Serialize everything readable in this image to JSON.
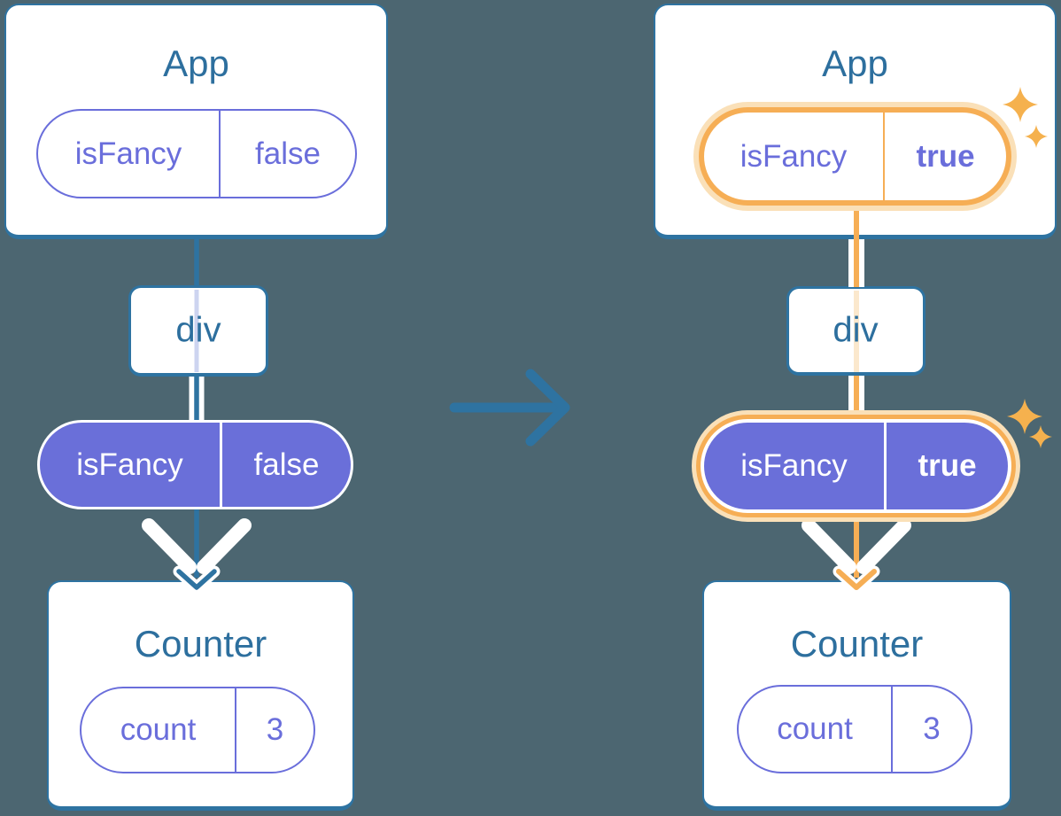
{
  "panels": {
    "left": {
      "app_title": "App",
      "app_prop": {
        "name": "isFancy",
        "value": "false"
      },
      "div_label": "div",
      "passed_prop": {
        "name": "isFancy",
        "value": "false"
      },
      "counter_title": "Counter",
      "counter_state": {
        "name": "count",
        "value": "3"
      }
    },
    "right": {
      "app_title": "App",
      "app_prop": {
        "name": "isFancy",
        "value": "true"
      },
      "div_label": "div",
      "passed_prop": {
        "name": "isFancy",
        "value": "true"
      },
      "counter_title": "Counter",
      "counter_state": {
        "name": "count",
        "value": "3"
      }
    }
  },
  "colors": {
    "background": "#4C6671",
    "tree_line_blue": "#2E73A1",
    "component_title_blue": "#2D6F9E",
    "prop_purple": "#6A6EDB",
    "prop_pill_fill": "#6A6FD9",
    "dim_line_lavender": "#CDD4F0",
    "highlight_orange": "#F6AE55",
    "highlight_orange_light": "#FAE0B8",
    "dim_line_peach": "#FBE8CD",
    "sparkle_orange": "#F5B14E",
    "casing_white": "#FFFFFF"
  }
}
